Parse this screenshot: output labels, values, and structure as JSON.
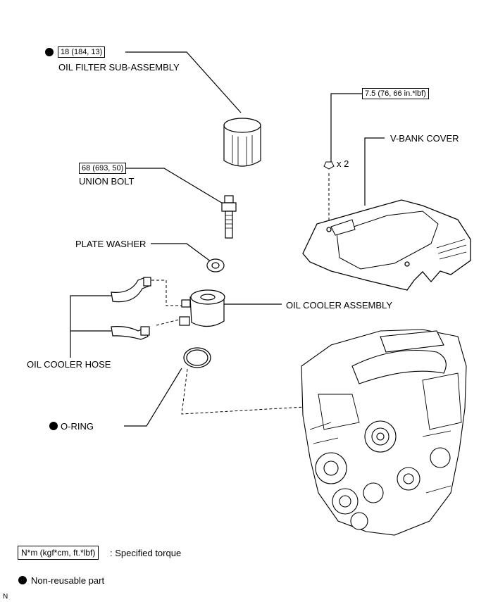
{
  "torque": {
    "oil_filter": "18 (184, 13)",
    "union_bolt": "68 (693, 50)",
    "v_bank_nut": "7.5 (76, 66 in.*lbf)"
  },
  "parts": {
    "oil_filter": "OIL FILTER SUB-ASSEMBLY",
    "union_bolt": "UNION BOLT",
    "plate_washer": "PLATE WASHER",
    "oil_cooler": "OIL COOLER ASSEMBLY",
    "oil_cooler_hose": "OIL COOLER HOSE",
    "o_ring": "O-RING",
    "v_bank_cover": "V-BANK COVER"
  },
  "quantity": "x 2",
  "legend": {
    "torque_box": "N*m (kgf*cm, ft.*lbf)",
    "torque_text": ": Specified torque",
    "non_reusable": "Non-reusable part"
  },
  "corner_mark": "N"
}
